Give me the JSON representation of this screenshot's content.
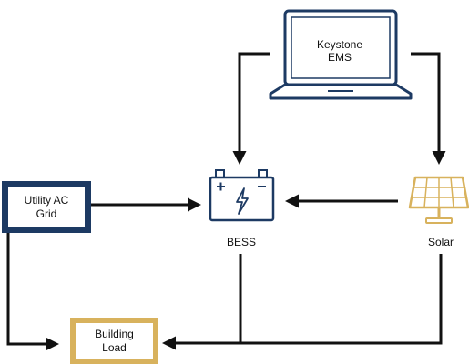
{
  "nodes": {
    "ems": {
      "line1": "Keystone",
      "line2": "EMS"
    },
    "utility": {
      "line1": "Utility AC",
      "line2": "Grid"
    },
    "bess": {
      "label": "BESS"
    },
    "solar": {
      "label": "Solar"
    },
    "building": {
      "line1": "Building",
      "line2": "Load"
    }
  },
  "colors": {
    "navy": "#1d3a63",
    "gold": "#d8b25d",
    "arrow": "#111111"
  },
  "icons": {
    "ems": "laptop-icon",
    "bess": "battery-icon",
    "solar": "solar-panel-icon"
  }
}
